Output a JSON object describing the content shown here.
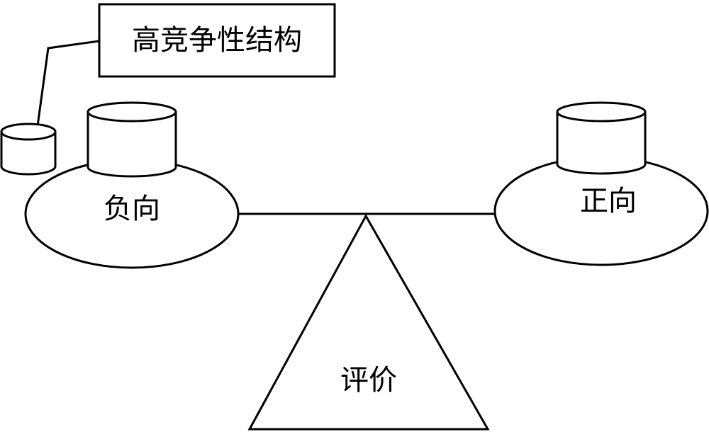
{
  "callout": {
    "text": "高竞争性结构"
  },
  "left_pan": {
    "text": "负向"
  },
  "right_pan": {
    "text": "正向"
  },
  "fulcrum": {
    "text": "评价"
  },
  "colors": {
    "stroke": "#000000",
    "background": "#ffffff"
  }
}
